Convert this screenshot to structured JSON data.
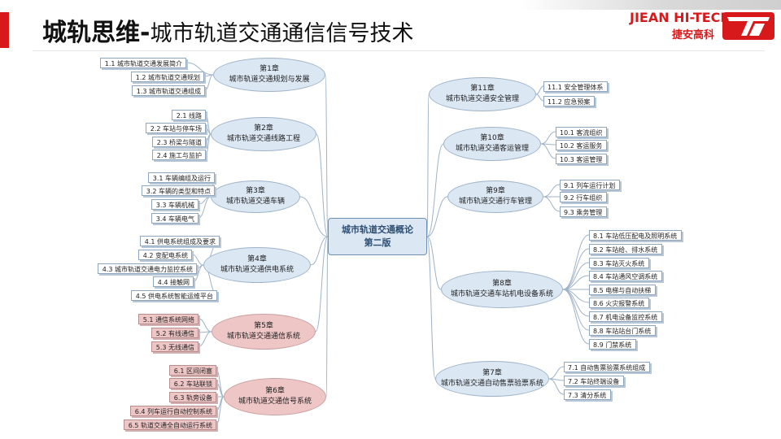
{
  "header": {
    "title_bold": "城轨思维-",
    "title_rest": "城市轨道交通通信信号技术",
    "logo_text": "JIEAN HI-TECH",
    "logo_sub": "捷安高科"
  },
  "center": {
    "line1": "城市轨道交通概论",
    "line2": "第二版"
  },
  "chapters": [
    {
      "id": "c1",
      "chapter": "第1章",
      "name": "城市轨道交通规划与发展",
      "items": [
        "1.1 城市轨道交通发展简介",
        "1.2 城市轨道交通规划",
        "1.3 城市轨道交通组成"
      ]
    },
    {
      "id": "c2",
      "chapter": "第2章",
      "name": "城市轨道交通线路工程",
      "items": [
        "2.1 线路",
        "2.2 车站与停车场",
        "2.3 桥梁与隧道",
        "2.4 施工与监护"
      ]
    },
    {
      "id": "c3",
      "chapter": "第3章",
      "name": "城市轨道交通车辆",
      "items": [
        "3.1 车辆编组及运行",
        "3.2 车辆的类型和特点",
        "3.3 车辆机械",
        "3.4 车辆电气"
      ]
    },
    {
      "id": "c4",
      "chapter": "第4章",
      "name": "城市轨道交通供电系统",
      "items": [
        "4.1 供电系统组成及要求",
        "4.2 变配电系统",
        "4.3 城市轨道交通电力监控系统",
        "4.4 接触网",
        "4.5 供电系统智能运维平台"
      ]
    },
    {
      "id": "c5",
      "chapter": "第5章",
      "name": "城市轨道交通通信系统",
      "items": [
        "5.1 通信系统网络",
        "5.2 有线通信",
        "5.3 无线通信"
      ]
    },
    {
      "id": "c6",
      "chapter": "第6章",
      "name": "城市轨道交通信号系统",
      "items": [
        "6.1 区间闭塞",
        "6.2 车站联锁",
        "6.3 轨旁设备",
        "6.4 列车运行自动控制系统",
        "6.5 轨道交通全自动运行系统"
      ]
    },
    {
      "id": "c11",
      "chapter": "第11章",
      "name": "城市轨道交通安全管理",
      "items": [
        "11.1 安全管理体系",
        "11.2 应急预案"
      ]
    },
    {
      "id": "c10",
      "chapter": "第10章",
      "name": "城市轨道交通客运管理",
      "items": [
        "10.1 客流组织",
        "10.2 客运服务",
        "10.3 客运管理"
      ]
    },
    {
      "id": "c9",
      "chapter": "第9章",
      "name": "城市轨道交通行车管理",
      "items": [
        "9.1 列车运行计划",
        "9.2 行车组织",
        "9.3 乘务管理"
      ]
    },
    {
      "id": "c8",
      "chapter": "第8章",
      "name": "城市轨道交通车站机电设备系统",
      "items": [
        "8.1 车站低压配电及照明系统",
        "8.2 车站给、排水系统",
        "8.3 车站灭火系统",
        "8.4 车站通风空调系统",
        "8.5 电梯与自动扶梯",
        "8.6 火灾报警系统",
        "8.7 机电设备监控系统",
        "8.8 车站站台门系统",
        "8.9 门禁系统"
      ]
    },
    {
      "id": "c7",
      "chapter": "第7章",
      "name": "城市轨道交通自动售票验票系统",
      "items": [
        "7.1 自动售票验票系统组成",
        "7.2 车站终端设备",
        "7.3 清分系统"
      ]
    }
  ],
  "colors": {
    "accent": "#d7191c",
    "node_blue": "#dbe7f3",
    "node_pink": "#efc6c6",
    "line": "#9fb3c8"
  }
}
